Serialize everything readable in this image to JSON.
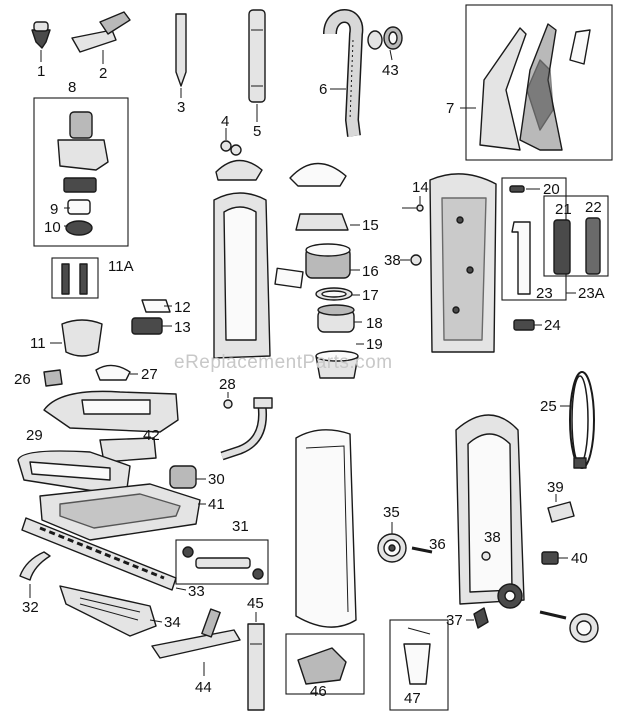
{
  "watermark": "eReplacementParts.com",
  "callouts": {
    "c1": "1",
    "c2": "2",
    "c3": "3",
    "c4": "4",
    "c5": "5",
    "c6": "6",
    "c7": "7",
    "c8": "8",
    "c9": "9",
    "c10": "10",
    "c11": "11",
    "c11a": "11A",
    "c12": "12",
    "c13": "13",
    "c14": "14",
    "c15": "15",
    "c16": "16",
    "c17": "17",
    "c18": "18",
    "c19": "19",
    "c20": "20",
    "c21": "21",
    "c22": "22",
    "c23": "23",
    "c23a": "23A",
    "c24": "24",
    "c25": "25",
    "c26": "26",
    "c27": "27",
    "c28": "28",
    "c29": "29",
    "c30": "30",
    "c31": "31",
    "c32": "32",
    "c33": "33",
    "c34": "34",
    "c35": "35",
    "c36": "36",
    "c37": "37",
    "c38a": "38",
    "c38b": "38",
    "c39": "39",
    "c40": "40",
    "c41": "41",
    "c42": "42",
    "c43": "43",
    "c44": "44",
    "c45": "45",
    "c46": "46",
    "c47": "47"
  }
}
